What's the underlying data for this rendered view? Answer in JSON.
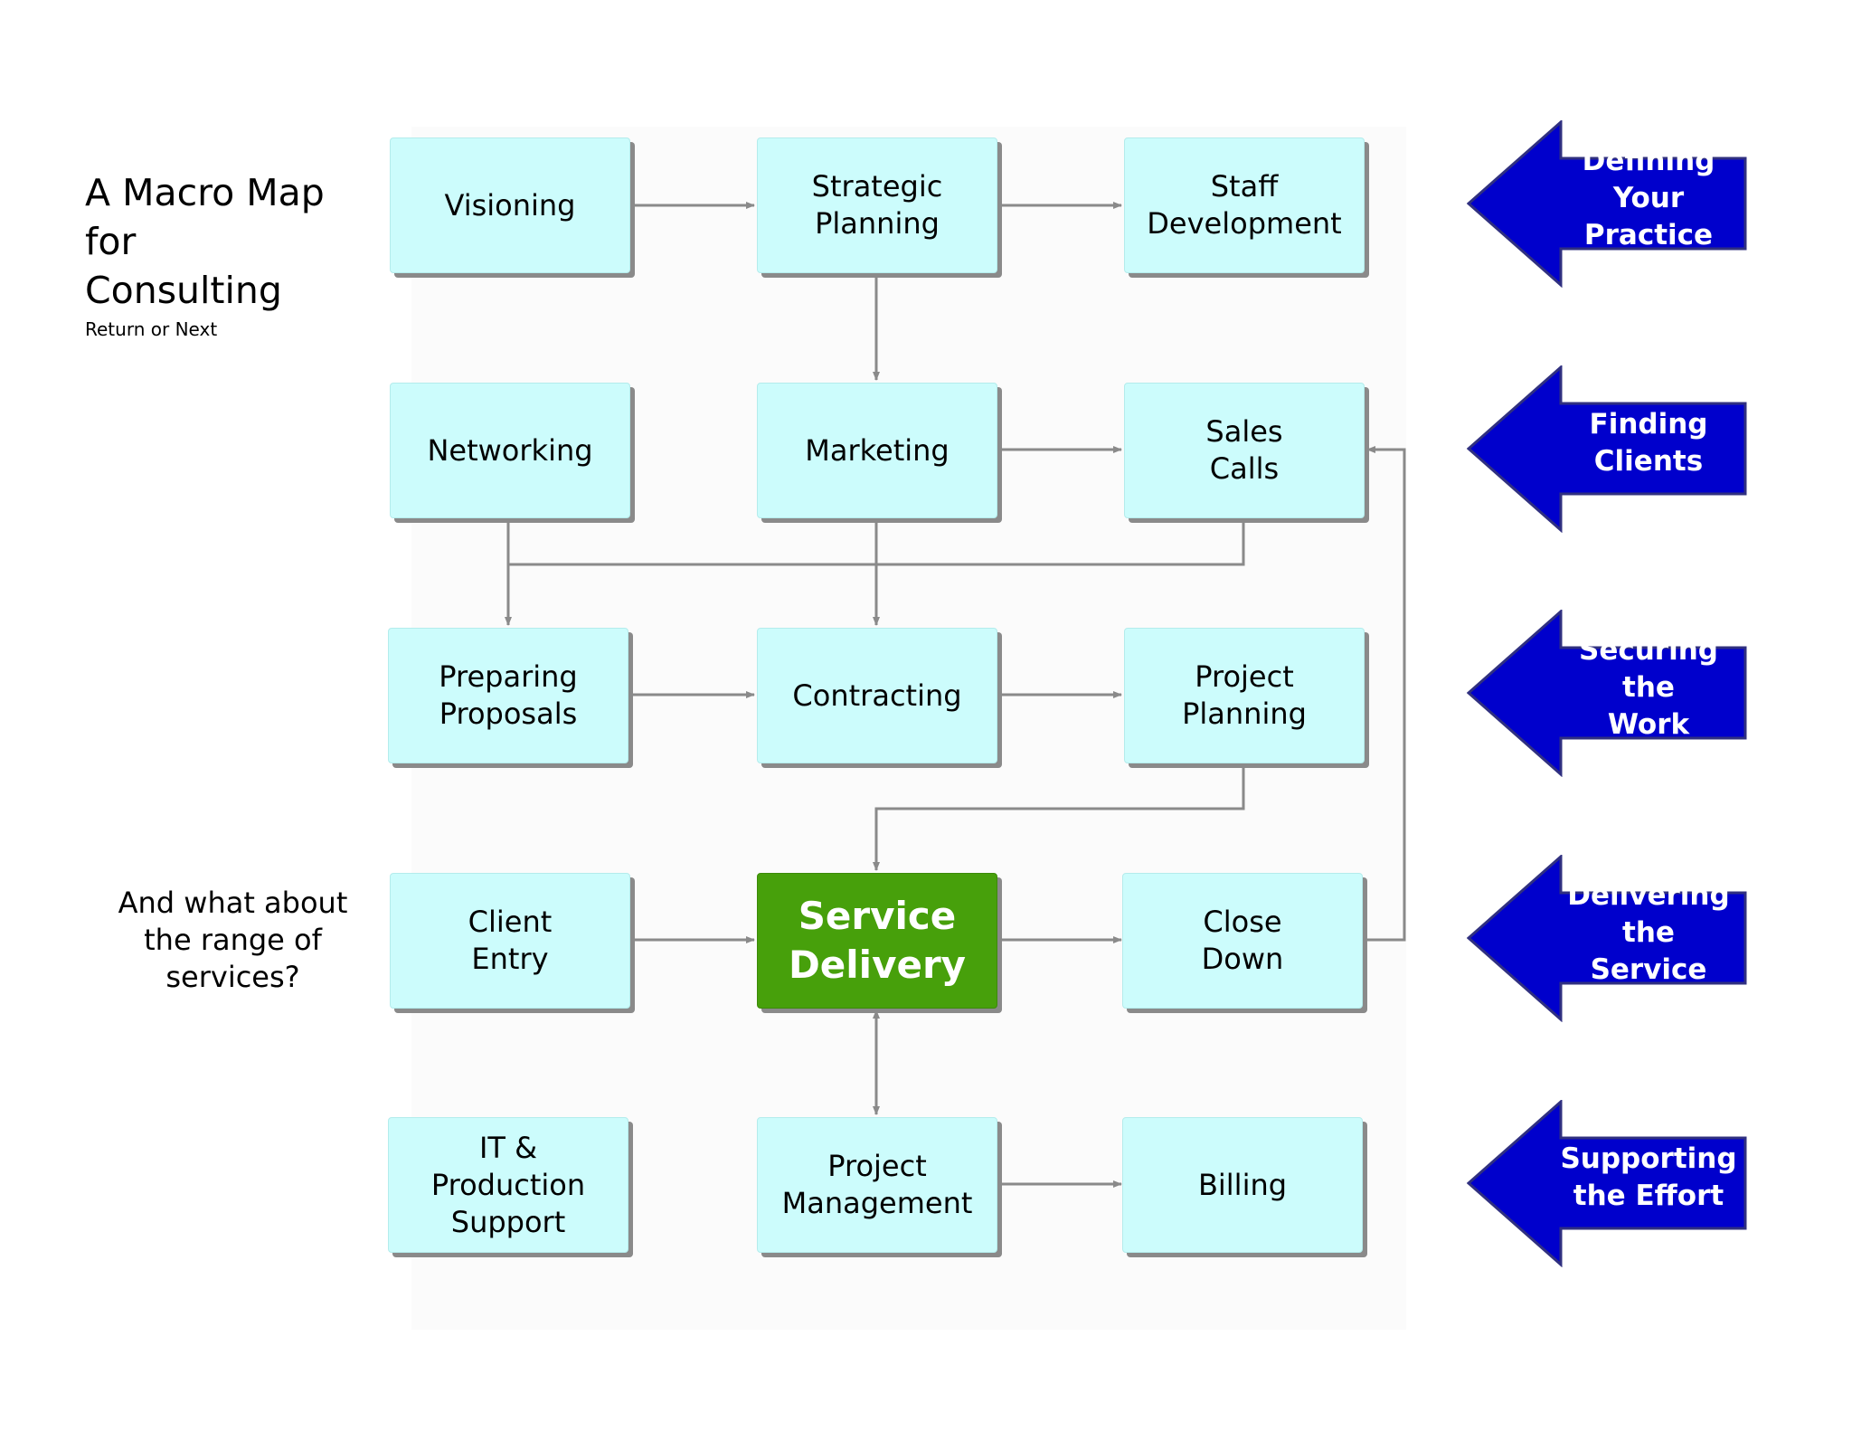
{
  "title": "A Macro Map\nfor\nConsulting",
  "nav": {
    "return_label": "Return",
    "separator": "or",
    "next_label": "Next"
  },
  "question": "And what about the range of services?",
  "boxes": {
    "visioning": "Visioning",
    "strategic_planning": "Strategic\nPlanning",
    "staff_development": "Staff\nDevelopment",
    "networking": "Networking",
    "marketing": "Marketing",
    "sales_calls": "Sales\nCalls",
    "preparing_proposals": "Preparing\nProposals",
    "contracting": "Contracting",
    "project_planning": "Project\nPlanning",
    "client_entry": "Client\nEntry",
    "service_delivery": "Service\nDelivery",
    "close_down": "Close\nDown",
    "it_support": "IT &\nProduction\nSupport",
    "project_management": "Project\nManagement",
    "billing": "Billing"
  },
  "phases": [
    "Defining Your\nPractice",
    "Finding\nClients",
    "Securing the\nWork",
    "Delivering the\nService",
    "Supporting\nthe Effort"
  ],
  "colors": {
    "box_fill": "#ccfcfc",
    "highlight_fill": "#47a00b",
    "phase_arrow_fill": "#0000cc",
    "connector": "#8a8a8a"
  }
}
